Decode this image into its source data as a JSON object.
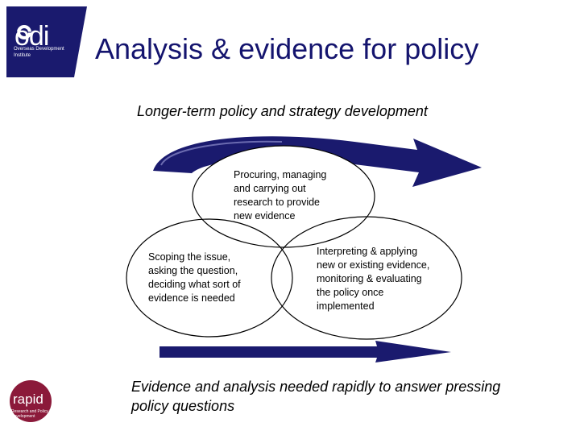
{
  "title": "Analysis & evidence for policy",
  "top_label": "Longer-term policy and strategy development",
  "bottom_label": "Evidence and analysis needed rapidly to answer pressing policy questions",
  "circles": {
    "top": [
      "Procuring, managing",
      "and carrying out",
      "research to provide",
      "new evidence"
    ],
    "left": [
      "Scoping the issue,",
      "asking the question,",
      "deciding what sort of",
      "evidence is needed"
    ],
    "right": [
      "Interpreting & applying",
      "new or existing evidence,",
      "monitoring & evaluating",
      "the policy once",
      "implemented"
    ]
  },
  "logos": {
    "odi": {
      "name": "odi",
      "sub": "Overseas Development Institute"
    },
    "rapid": {
      "name": "rapid",
      "sub": "Research and Policy in Development"
    }
  },
  "colors": {
    "accent": "#14146e",
    "odi_bg": "#1a1a6e",
    "rapid_bg": "#8b1a3a"
  }
}
